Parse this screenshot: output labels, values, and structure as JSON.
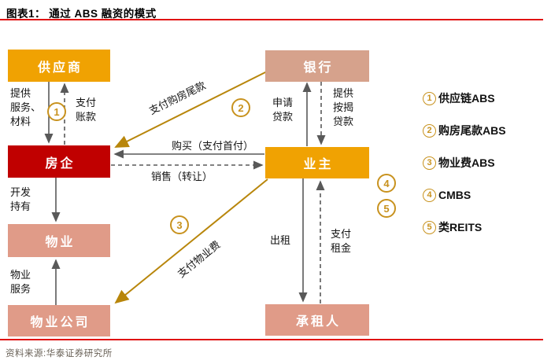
{
  "header": {
    "title": "图表1： 通过 ABS 融资的模式"
  },
  "footer": {
    "source": "资料来源:华泰证券研究所"
  },
  "palette": {
    "orange_box": "#f0a202",
    "dark_red_box": "#c00000",
    "bank_box": "#d6a28c",
    "salmon_box": "#e09b88",
    "gold_arrow": "#b8860b",
    "gray_arrow": "#595959",
    "red_rule": "#e01212"
  },
  "boxes": {
    "supplier": "供应商",
    "bank": "银行",
    "developer": "房企",
    "owner": "业主",
    "property": "物业",
    "property_company": "物业公司",
    "tenant": "承租人"
  },
  "edge_labels": {
    "provide_services": "提供\n服务、\n材料",
    "pay_accounts": "支付\n账款",
    "apply_loan": "申请\n贷款",
    "provide_mortgage": "提供\n按揭\n贷款",
    "pay_house_balance": "支付购房尾款",
    "buy_downpayment": "购买（支付首付）",
    "sell_transfer": "销售（转让）",
    "develop_hold": "开发\n持有",
    "property_service": "物业\n服务",
    "pay_property_fee": "支付物业费",
    "rent_out": "出租",
    "pay_rent": "支付\n租金"
  },
  "flow_markers": [
    "1",
    "2",
    "3",
    "4",
    "5"
  ],
  "legend": {
    "items": [
      {
        "num": "1",
        "label": "供应链ABS"
      },
      {
        "num": "2",
        "label": "购房尾款ABS"
      },
      {
        "num": "3",
        "label": "物业费ABS"
      },
      {
        "num": "4",
        "label": "CMBS"
      },
      {
        "num": "5",
        "label": "类REITS"
      }
    ]
  }
}
